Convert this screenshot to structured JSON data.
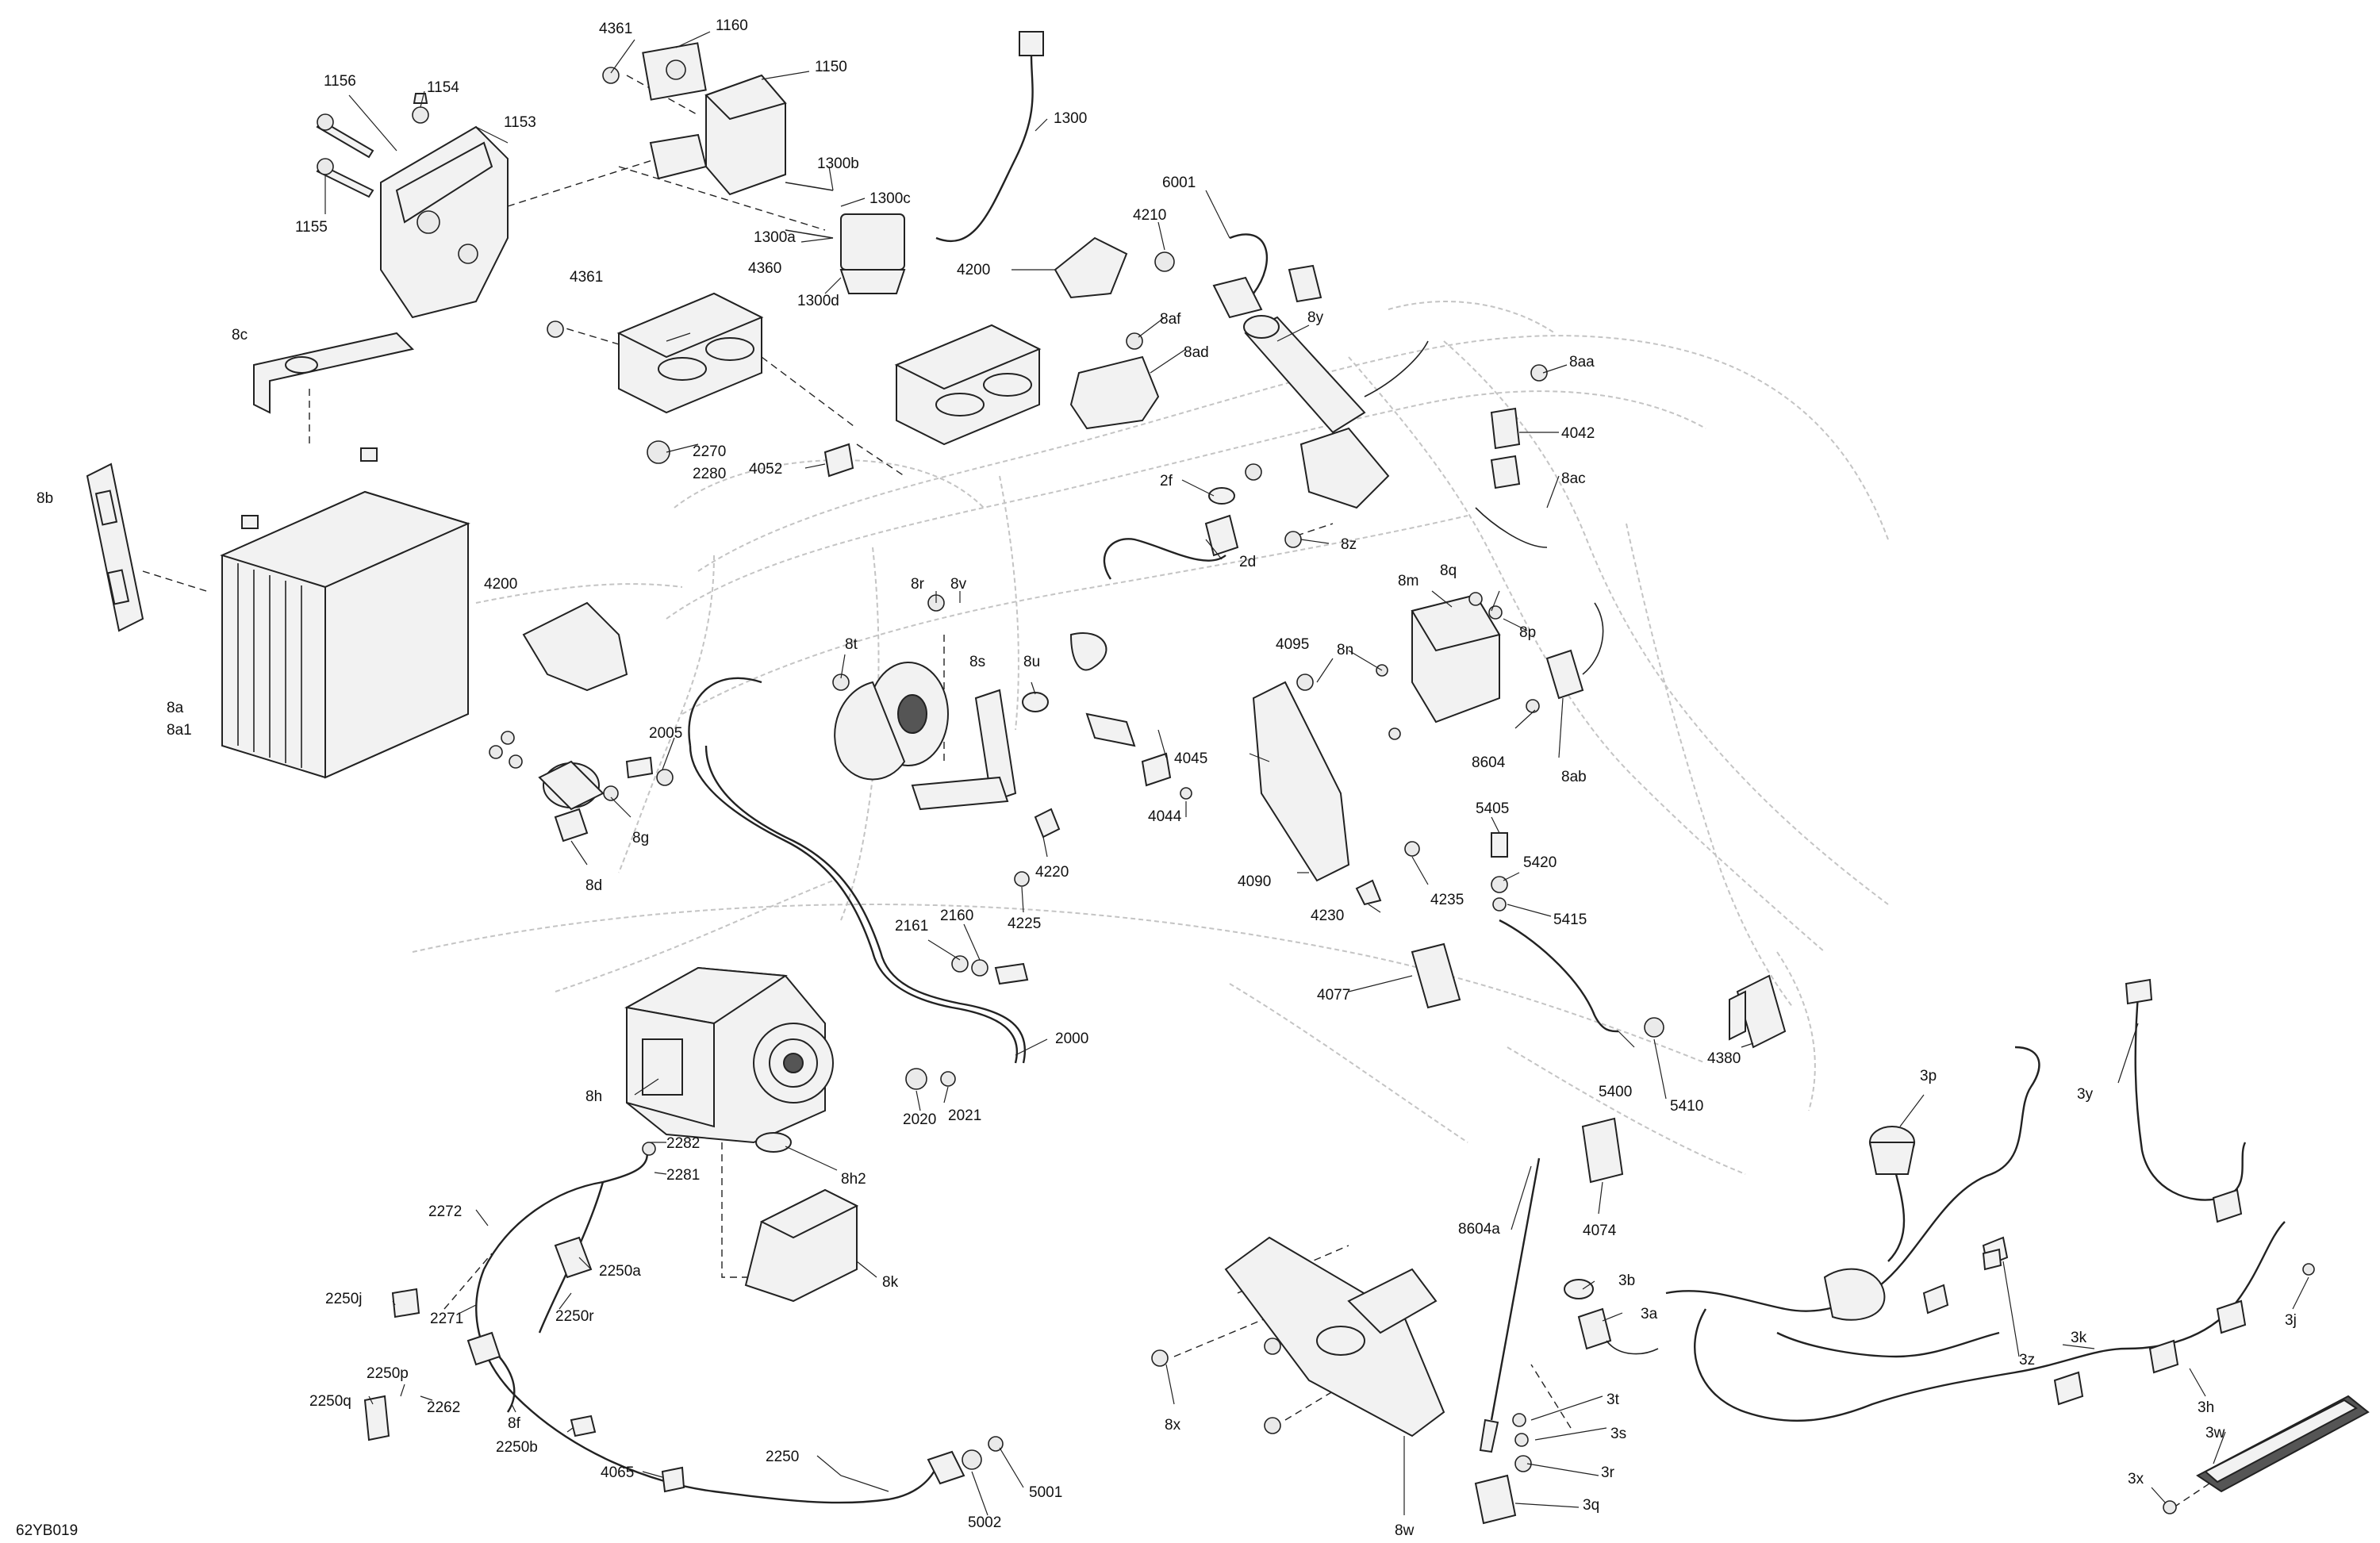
{
  "drawing_code": "62YB019",
  "labels": {
    "l4361a": "4361",
    "l1160": "1160",
    "l1150": "1150",
    "l1156": "1156",
    "l1154": "1154",
    "l1153": "1153",
    "l1155": "1155",
    "l1300": "1300",
    "l1300b": "1300b",
    "l1300c": "1300c",
    "l1300a": "1300a",
    "l1300d": "1300d",
    "l6001": "6001",
    "l4210": "4210",
    "l4200a": "4200",
    "l8af": "8af",
    "l8ad": "8ad",
    "l8y": "8y",
    "l8c": "8c",
    "l4361b": "4361",
    "l4360": "4360",
    "l8aa": "8aa",
    "l4042": "4042",
    "l8ac": "8ac",
    "l2270": "2270",
    "l2280": "2280",
    "l4052": "4052",
    "l2f": "2f",
    "l8z": "8z",
    "l2d": "2d",
    "l8b": "8b",
    "l4200b": "4200",
    "l8r": "8r",
    "l8v": "8v",
    "l8m": "8m",
    "l8q": "8q",
    "l8p": "8p",
    "l8t": "8t",
    "l8s": "8s",
    "l8u": "8u",
    "l4095": "4095",
    "l8n": "8n",
    "l8604": "8604",
    "l8ab": "8ab",
    "l8a": "8a",
    "l8a1": "8a1",
    "l2005": "2005",
    "l4045": "4045",
    "l4044": "4044",
    "l8g": "8g",
    "l8d": "8d",
    "l4220": "4220",
    "l5405": "5405",
    "l5420": "5420",
    "l4235": "4235",
    "l5415": "5415",
    "l4225": "4225",
    "l4090": "4090",
    "l4230": "4230",
    "l2161": "2161",
    "l2160": "2160",
    "l4077": "4077",
    "l2000": "2000",
    "l4380": "4380",
    "l5400": "5400",
    "l5410": "5410",
    "l8h": "8h",
    "l2020": "2020",
    "l2021": "2021",
    "l3p": "3p",
    "l3y": "3y",
    "l2282": "2282",
    "l2281": "2281",
    "l8h2": "8h2",
    "l4074": "4074",
    "l8604a": "8604a",
    "l2272": "2272",
    "l2250a": "2250a",
    "l8k": "8k",
    "l3b": "3b",
    "l3a": "3a",
    "l3z": "3z",
    "l3j": "3j",
    "l2250j": "2250j",
    "l2271": "2271",
    "l2250r": "2250r",
    "l3k": "3k",
    "l3h": "3h",
    "l2250p": "2250p",
    "l2250q": "2250q",
    "l2262": "2262",
    "l8f": "8f",
    "l2250b": "2250b",
    "l8x": "8x",
    "l3t": "3t",
    "l3s": "3s",
    "l3w": "3w",
    "l4065": "4065",
    "l2250": "2250",
    "l5001": "5001",
    "l5002": "5002",
    "l3r": "3r",
    "l3q": "3q",
    "l3x": "3x",
    "l8w": "8w"
  }
}
